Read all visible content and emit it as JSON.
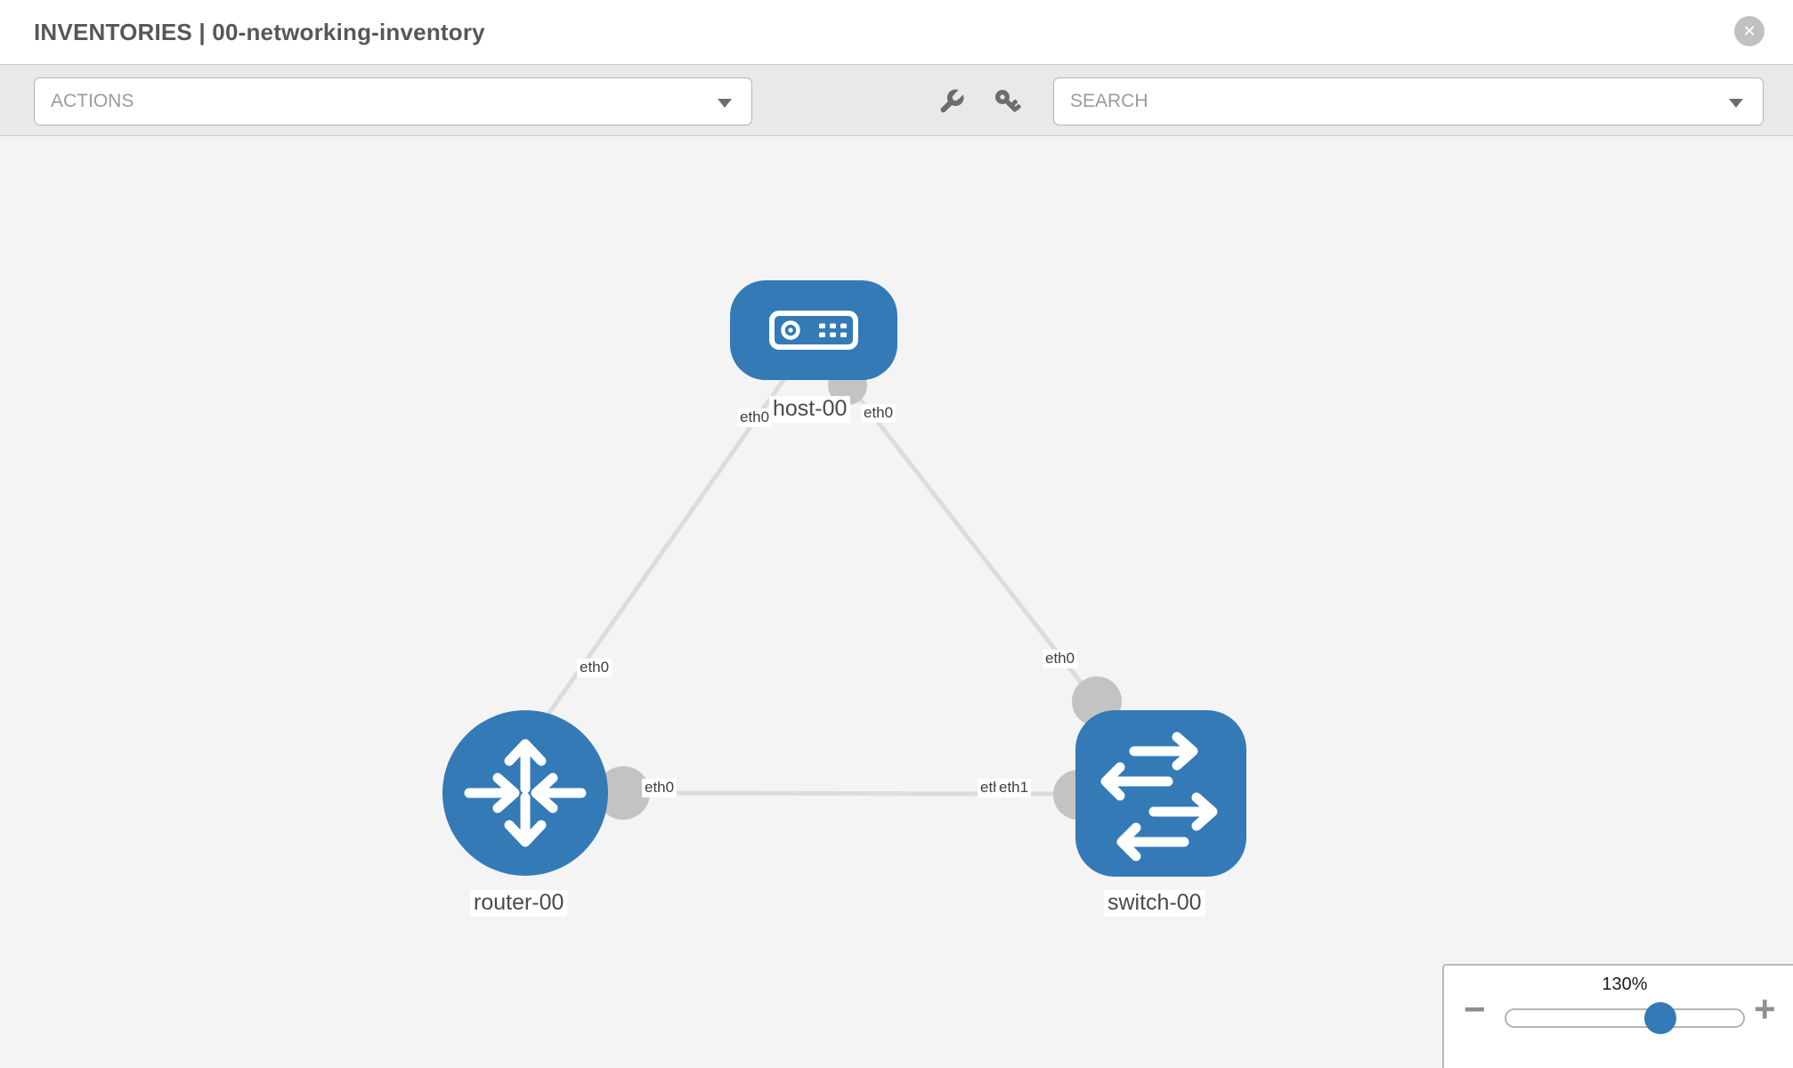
{
  "header": {
    "title": "INVENTORIES | 00-networking-inventory",
    "close_glyph": "✕"
  },
  "toolbar": {
    "actions_label": "ACTIONS",
    "search_placeholder": "SEARCH"
  },
  "topology": {
    "nodes": [
      {
        "label": "host-00",
        "type": "host"
      },
      {
        "label": "router-00",
        "type": "router"
      },
      {
        "label": "switch-00",
        "type": "switch"
      }
    ],
    "port_labels": {
      "link1_host_port": "eth0",
      "link1_router_port": "eth0",
      "link2_host_port": "eth0",
      "link2_switch_port": "eth0",
      "link3_router_port": "eth0",
      "link3_switch_port_back": "eth0",
      "link3_switch_port_front": "eth1"
    }
  },
  "zoom_control": {
    "level": "130%",
    "minus_label": "−",
    "plus_label": "+"
  },
  "colors": {
    "node_blue": "#337ab7",
    "link_gray": "#dcdcdc",
    "connector_gray": "#c3c3c3",
    "toolbar_bg": "#e9e9e9",
    "canvas_bg": "#f4f4f4"
  }
}
